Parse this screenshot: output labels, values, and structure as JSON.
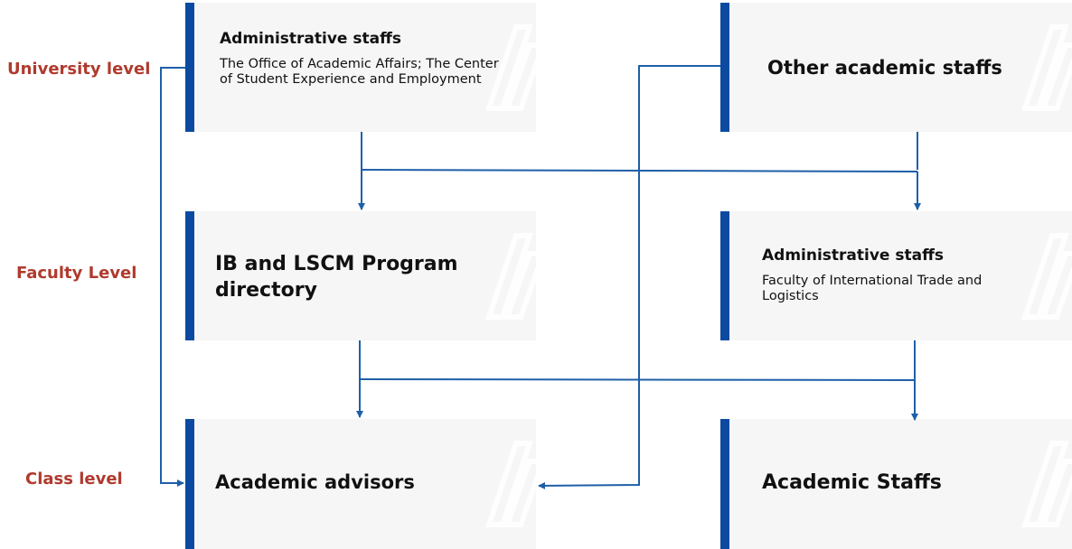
{
  "levels": {
    "university": "University level",
    "faculty": "Faculty Level",
    "class": "Class level"
  },
  "boxes": {
    "univ_admin": {
      "title": "Administrative staffs",
      "subtitle": "The Office of Academic Affairs; The Center of Student Experience and Employment"
    },
    "other_academic": {
      "title": "Other academic staffs"
    },
    "program_directory": {
      "title": "IB and LSCM Program directory"
    },
    "faculty_admin": {
      "title": "Administrative staffs",
      "subtitle": "Faculty of International Trade and Logistics"
    },
    "academic_advisors": {
      "title": "Academic advisors"
    },
    "academic_staffs": {
      "title": "Academic Staffs"
    }
  },
  "colors": {
    "accent_bar": "#0b4aa0",
    "connector": "#1f5fa8",
    "level_label": "#b03a2e",
    "box_fill": "#f6f6f6"
  }
}
